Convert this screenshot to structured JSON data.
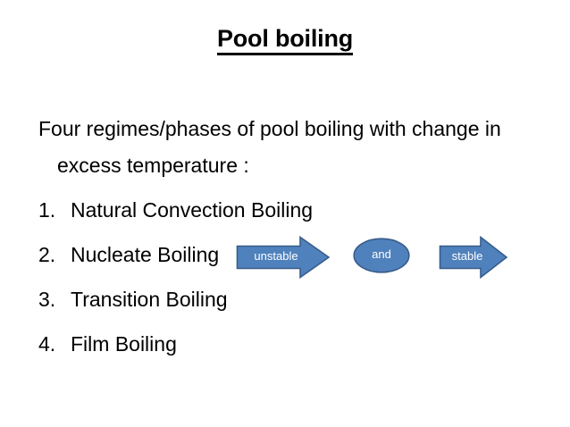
{
  "slide": {
    "title": "Pool boiling",
    "intro_line_1": "Four regimes/phases of pool boiling with change in",
    "intro_line_2": "excess temperature :",
    "list": [
      {
        "number": "1.",
        "label": "Natural Convection Boiling"
      },
      {
        "number": "2.",
        "label": "Nucleate Boiling"
      },
      {
        "number": "3.",
        "label": "Transition Boiling"
      },
      {
        "number": "4.",
        "label": "Film Boiling"
      }
    ],
    "shapes": [
      {
        "kind": "right-arrow",
        "label": "unstable"
      },
      {
        "kind": "ellipse",
        "label": "and"
      },
      {
        "kind": "right-arrow",
        "label": "stable"
      }
    ],
    "colors": {
      "shape_fill": "#4F81BD",
      "shape_border": "#385D8A",
      "shape_text": "#FFFFFF",
      "text": "#000000",
      "background": "#FFFFFF"
    }
  }
}
